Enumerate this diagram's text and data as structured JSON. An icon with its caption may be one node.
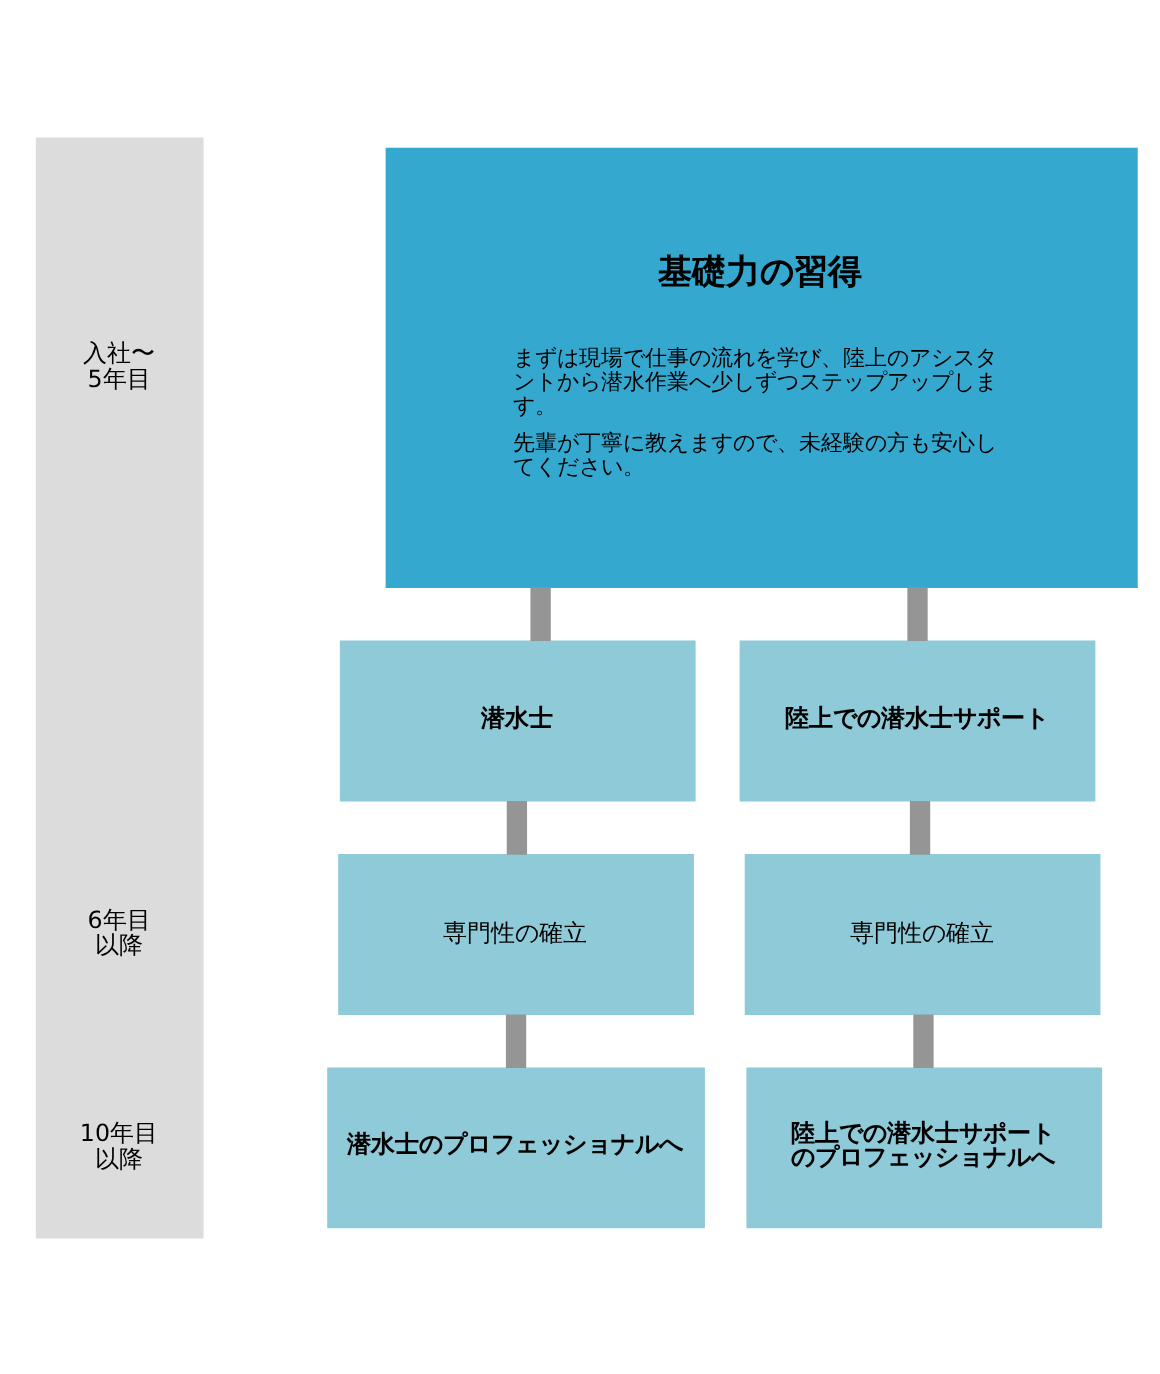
{
  "diagram": {
    "nodes": [
      {
        "text": [
          "入社〜5年目",
          "6年目以降",
          "10年目以降"
        ]
      },
      {
        "text": [
          "基礎力の習得",
          "まずは現場で仕事の流れを学び、陸上のアシスタントから潜水作業へ少しずつステップアップします。",
          "先輩が丁寧に教えますので、未経験の方も安心してください。"
        ]
      },
      {
        "text": [
          "潜水士"
        ]
      },
      {
        "text": [
          "陸上での潜水士サポート"
        ]
      },
      {
        "text": [
          "専門性の確立"
        ]
      },
      {
        "text": [
          "専門性の確立"
        ]
      },
      {
        "text": [
          "潜水士のプロフェッショナルへ"
        ]
      },
      {
        "text": [
          "陸上での潜水士サポートのプロフェッショナルへ"
        ]
      }
    ],
    "edges": [
      {
        "from": 1,
        "to": 2,
        "arrow": "none"
      },
      {
        "from": 1,
        "to": 3,
        "arrow": "none"
      },
      {
        "from": 2,
        "to": 4,
        "arrow": "none"
      },
      {
        "from": 3,
        "to": 5,
        "arrow": "none"
      },
      {
        "from": 4,
        "to": 6,
        "arrow": "none"
      },
      {
        "from": 5,
        "to": 7,
        "arrow": "none"
      }
    ]
  }
}
